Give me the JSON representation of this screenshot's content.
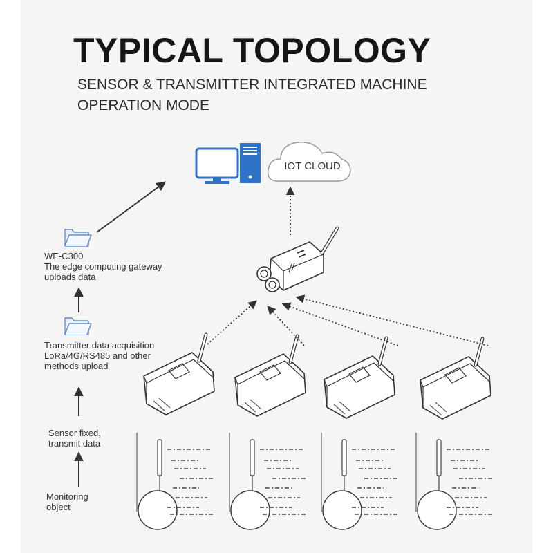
{
  "header": {
    "title": "TYPICAL TOPOLOGY",
    "subtitle_line1": "SENSOR & TRANSMITTER INTEGRATED MACHINE",
    "subtitle_line2": "OPERATION MODE"
  },
  "cloud": {
    "label": "IOT CLOUD"
  },
  "steps": {
    "gateway": {
      "line1": "WE-C300",
      "line2": "The edge computing gateway",
      "line3": "uploads data"
    },
    "transmitter": {
      "line1": "Transmitter data acquisition",
      "line2": "LoRa/4G/RS485 and other",
      "line3": "methods upload"
    },
    "sensor": {
      "line1": "Sensor fixed,",
      "line2": "transmit data"
    },
    "monitoring": {
      "line1": "Monitoring",
      "line2": "object"
    }
  },
  "colors": {
    "background": "#f5f5f5",
    "monitor_blue": "#2f73c9",
    "device_stroke": "#333333",
    "folder_fill": "#eaf1fb",
    "folder_stroke": "#4a7fc3"
  },
  "icons": [
    "computer-icon",
    "cloud-icon",
    "gateway-device-icon",
    "folder-icon",
    "transmitter-device-icon",
    "sensor-probe-icon"
  ]
}
